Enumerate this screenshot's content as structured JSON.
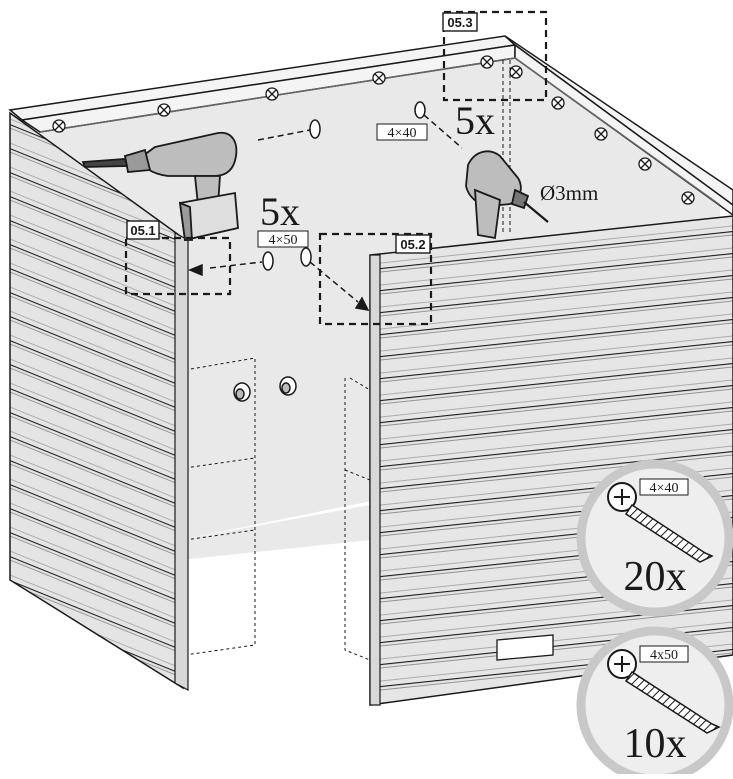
{
  "callouts": {
    "c051": "05.1",
    "c052": "05.2",
    "c053": "05.3"
  },
  "quantities": {
    "left_qty": "5x",
    "right_qty": "5x"
  },
  "screw_sizes": {
    "left_size": "4×50",
    "right_size": "4×40"
  },
  "drill": {
    "bit_label": "Ø3mm"
  },
  "parts_badges": [
    {
      "size": "4×40",
      "qty": "20x"
    },
    {
      "size": "4x50",
      "qty": "10x"
    }
  ],
  "colors": {
    "panel_fill": "#e6e6e6",
    "back_wall": "#e9e9e9",
    "line": "#1a1a1a",
    "badge_ring": "#c8c8c8",
    "badge_fill": "#eeeeee"
  }
}
